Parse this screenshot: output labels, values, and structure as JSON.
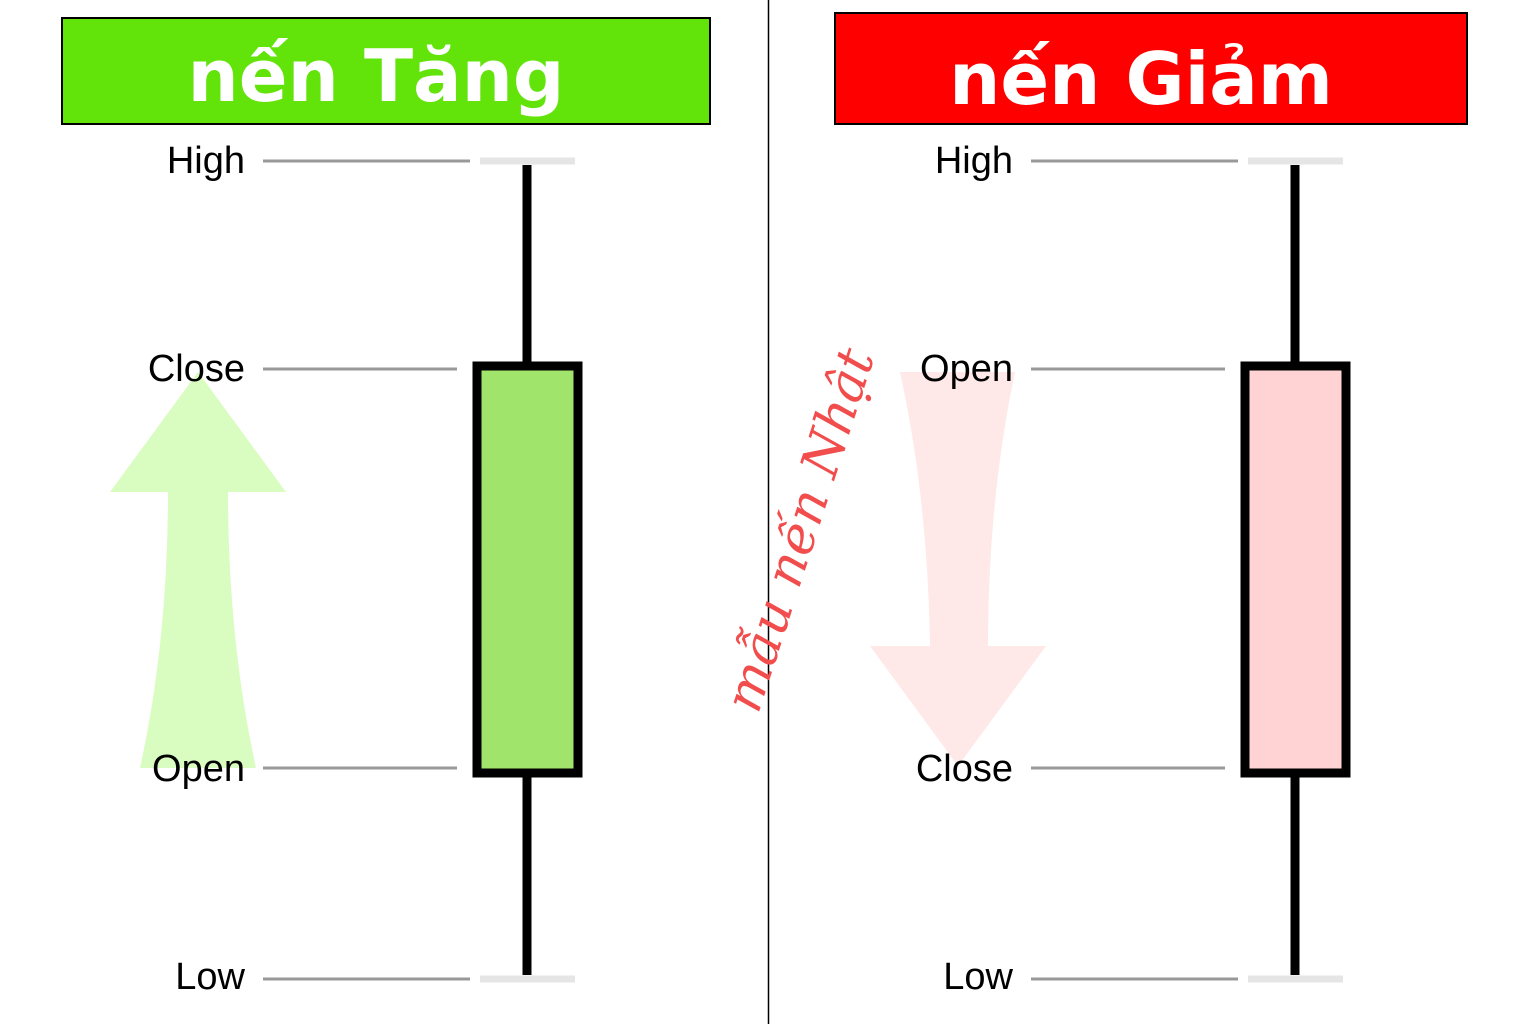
{
  "bullish": {
    "title": "nến Tăng",
    "color": "#62e30a",
    "body_color": "#a0e46c",
    "labels": {
      "high": "High",
      "close": "Close",
      "open": "Open",
      "low": "Low"
    },
    "arrow": "up-arrow"
  },
  "bearish": {
    "title": "nến Giảm",
    "color": "#ff0000",
    "body_color": "#ffd3d3",
    "labels": {
      "high": "High",
      "open": "Open",
      "close": "Close",
      "low": "Low"
    },
    "arrow": "down-arrow"
  },
  "center_caption": "mẫu nến Nhật"
}
